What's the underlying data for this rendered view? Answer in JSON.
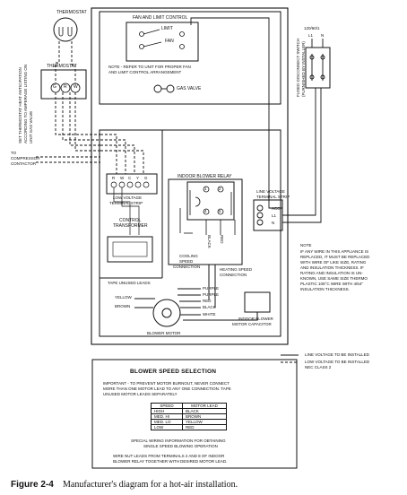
{
  "thermostat_top": {
    "label": "THERMOSTAT"
  },
  "thermostat_block": {
    "label": "THERMOSTAT",
    "terminals": [
      "G",
      "R",
      "W"
    ]
  },
  "anticipation_note": [
    "SET THERMOSTAT HEAT ANTICIPATION",
    "ACCORDING TO AMPERAGE LISTING ON",
    "UNIT GAS VALVE"
  ],
  "compressor_contactor": [
    "TO",
    "COMPRESSOR",
    "CONTACTOR"
  ],
  "fan_limit": {
    "title": "FAN AND LIMIT CONTROL",
    "limit": "LIMIT",
    "fan": "FAN",
    "note": [
      "NOTE - REFER TO UNIT FOR PROPER FAN",
      "AND LIMIT CONTROL ARRANGEMENT"
    ],
    "gas_valve": "GAS VALVE"
  },
  "power_supply": {
    "label": "120/60/1",
    "l1": "L1",
    "n": "N"
  },
  "disconnect_note": [
    "FUSED DISCONNECT SWITCH",
    "(FURNISHED BY INSTALLER)"
  ],
  "lv_strip": {
    "terminals": [
      "R",
      "W",
      "C",
      "Y",
      "G"
    ],
    "label": [
      "LOW VOLTAGE",
      "TERMINAL STRIP"
    ]
  },
  "transformer": {
    "label": [
      "CONTROL",
      "TRANSFORMER"
    ]
  },
  "blower_relay": {
    "title": "INDOOR BLOWER RELAY",
    "nums": [
      "1",
      "2",
      "4",
      "5"
    ],
    "cooling": [
      "COOLING",
      "SPEED",
      "CONNECTION"
    ],
    "heating": [
      "HEATING SPEED",
      "CONNECTION"
    ],
    "wire_black": "BLACK",
    "wire_red": "RED"
  },
  "line_strip": {
    "label": [
      "LINE VOLTAGE",
      "TERMINAL STRIP"
    ],
    "terminals": [
      "ACC.",
      "L1",
      "N"
    ]
  },
  "motor": {
    "tape": "TAPE UNUSED LEADS",
    "leads_left": [
      "YELLOW",
      "BROWN"
    ],
    "leads_right": [
      "PURPLE",
      "PURPLE",
      "RED",
      "BLACK",
      "WHITE"
    ],
    "label": "BLOWER MOTOR"
  },
  "capacitor": {
    "label": [
      "INDOOR BLOWER",
      "MOTOR CAPACITOR"
    ]
  },
  "note": [
    "NOTE",
    "IF ANY WIRE IN THIS APPLIANCE IS",
    "REPLACED, IT MUST BE REPLACED",
    "WITH WIRE OF LIKE SIZE, RATING",
    "AND INSULATION THICKNESS. IF",
    "RATING AND INSULATION IS UN-",
    "KNOWN, USE SAME SIZE THERMO",
    "PLASTIC 105°C WIRE WITH 4/64\"",
    "INSULATION THICKNESS."
  ],
  "legend": {
    "line": [
      "LINE VOLTAGE TO BE INSTALLED"
    ],
    "low": [
      "LOW VOLTAGE TO BE INSTALLED",
      "NEC CLASS 2"
    ]
  },
  "blower_speed": {
    "title": "BLOWER SPEED SELECTION",
    "important": [
      "IMPORTANT - TO PREVENT MOTOR BURNOUT, NEVER CONNECT",
      "MORE THAN ONE MOTOR LEAD TO ANY ONE CONNECTION. TAPE",
      "UNUSED MOTOR LEADS SEPARATELY"
    ],
    "table_headers": [
      "SPEED",
      "MOTOR LEAD"
    ],
    "table_rows": [
      [
        "HIGH",
        "BLACK"
      ],
      [
        "MED. HI",
        "BROWN"
      ],
      [
        "MED. LO",
        "YELLOW"
      ],
      [
        "LOW",
        "RED"
      ]
    ],
    "special": [
      "SPECIAL WIRING INFORMATION FOR OBTAINING",
      "SINGLE SPEED BLOWING OPERATION"
    ],
    "nut": [
      "WIRE NUT LEADS FROM TERMINALS 2 AND 8 OF INDOOR",
      "BLOWER RELAY TOGETHER WITH DESIRED MOTOR LEAD."
    ]
  },
  "caption": {
    "number": "Figure 2-4",
    "text": "Manufacturer's diagram for a hot-air installation."
  }
}
